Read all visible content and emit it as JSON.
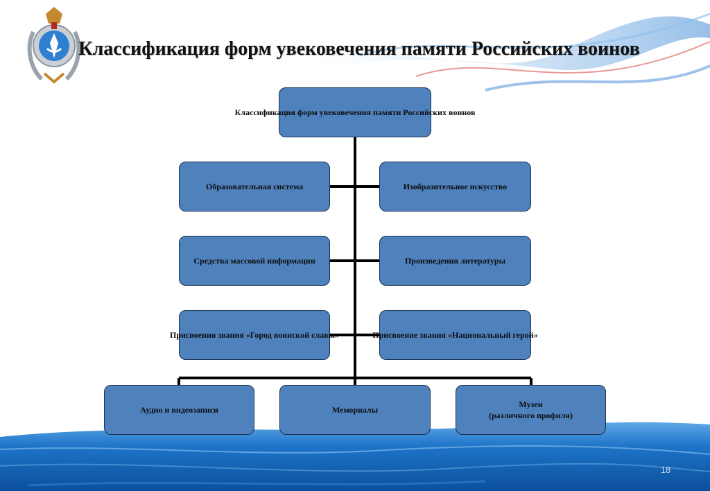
{
  "slide": {
    "title": "Классификация форм увековечения памяти Российских воинов",
    "page_number": "18"
  },
  "logo": {
    "icon": "military-emblem-icon"
  },
  "diagram": {
    "root": "Классификация форм увековечения\nпамяти Российских воинов",
    "pairs": [
      {
        "left": "Образовательная система",
        "right": "Изобразительное искусство"
      },
      {
        "left": "Средства массовой информации",
        "right": "Произведения литературы"
      },
      {
        "left": "Присвоения звания «Город воинской славы»",
        "right": "Присвоение звания «Национальный герой»"
      }
    ],
    "bottom": [
      "Аудио и видеозаписи",
      "Мемориалы",
      "Музеи\n(различного профиля)"
    ]
  },
  "colors": {
    "node_fill": "#4f81bd",
    "node_border": "#17304f",
    "connector": "#000000",
    "wave_dark": "#1565c0",
    "wave_light": "#64b5f6"
  }
}
